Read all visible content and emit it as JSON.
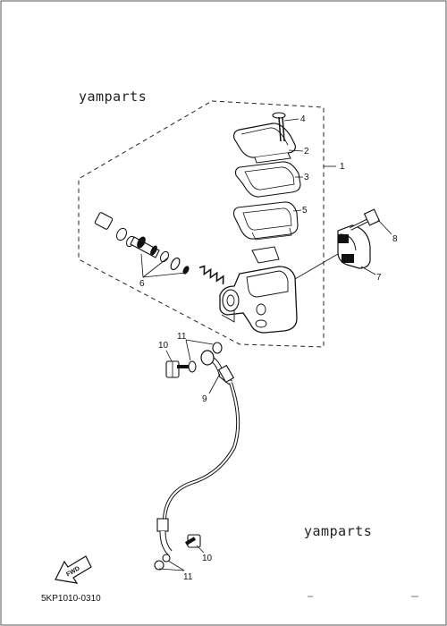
{
  "watermarks": [
    "yamparts",
    "yamparts"
  ],
  "diagram_code": "5KP1010-0310",
  "forward_label": "FWD",
  "callouts": [
    "1",
    "2",
    "3",
    "4",
    "5",
    "6",
    "7",
    "8",
    "9",
    "10",
    "10",
    "11",
    "11"
  ],
  "parts": {
    "master_cylinder_assembly": "1",
    "reservoir_cap": "2",
    "diaphragm_plate": "3",
    "screw": "4",
    "diaphragm": "5",
    "piston_kit": "6",
    "holder": "7",
    "holder_bolt": "8",
    "brake_hose": "9",
    "union_bolt": "10",
    "copper_washer": "11"
  }
}
